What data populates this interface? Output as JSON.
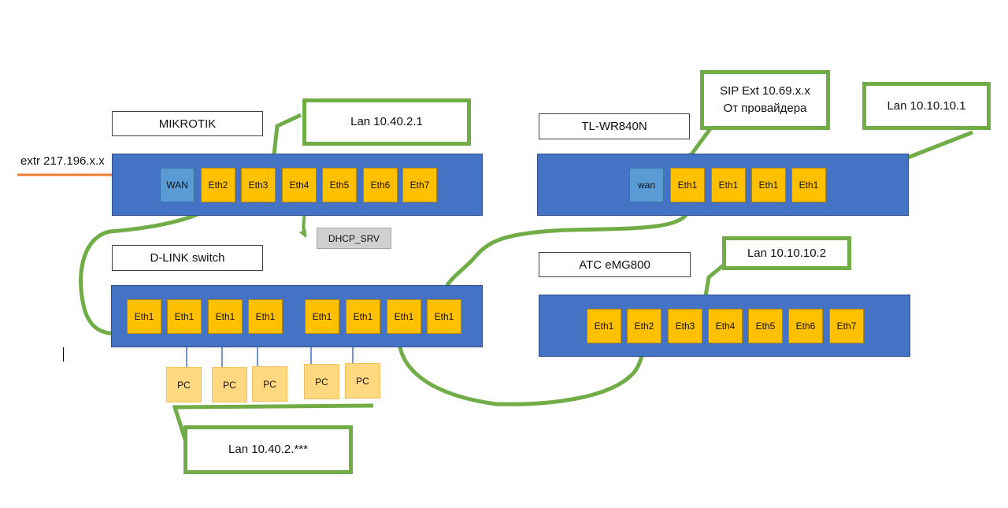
{
  "labels": {
    "mikrotik": "MIKROTIK",
    "dlink": "D-LINK switch",
    "tplink": "TL-WR840N",
    "atc": "ATC eMG800"
  },
  "external": {
    "text": "extr 217.196.x.x"
  },
  "mikrotik_ports": [
    "WAN",
    "Eth2",
    "Eth3",
    "Eth4",
    "Eth5",
    "Eth6",
    "Eth7"
  ],
  "tplink_ports": [
    "wan",
    "Eth1",
    "Eth1",
    "Eth1",
    "Eth1"
  ],
  "dlink_ports": [
    "Eth1",
    "Eth1",
    "Eth1",
    "Eth1",
    "Eth1",
    "Eth1",
    "Eth1",
    "Eth1"
  ],
  "atc_ports": [
    "Eth1",
    "Eth2",
    "Eth3",
    "Eth4",
    "Eth5",
    "Eth6",
    "Eth7"
  ],
  "pcs": [
    "PC",
    "PC",
    "PC",
    "PC",
    "PC"
  ],
  "dhcp": "DHCP_SRV",
  "callouts": {
    "lan_mikrotik": "Lan 10.40.2.1",
    "sip_line1": "SIP Ext 10.69.x.x",
    "sip_line2": "От провайдера",
    "lan_tplink": "Lan 10.10.10.1",
    "lan_atc": "Lan 10.10.10.2",
    "lan_pcs": "Lan 10.40.2.***"
  },
  "colors": {
    "panel": "#4472c4",
    "port": "#ffc000",
    "wan_port": "#5b9bd5",
    "pc": "#ffd880",
    "callout_border": "#70ad47",
    "cable": "#70ad47",
    "external_arrow": "#ed7d31",
    "pc_arrow": "#4472c4"
  }
}
